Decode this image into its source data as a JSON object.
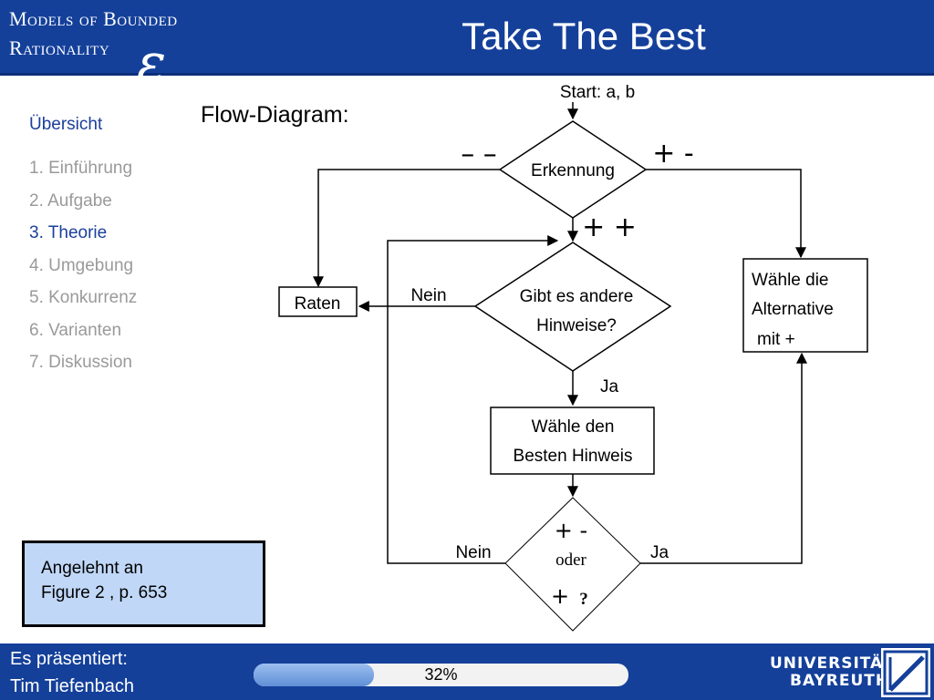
{
  "header": {
    "logo_line1": "Models of Bounded",
    "logo_line2": "Rationality",
    "logo_mark": "ε",
    "title": "Take The Best"
  },
  "sidebar": {
    "heading": "Übersicht",
    "items": [
      {
        "label": "1. Einführung",
        "active": false
      },
      {
        "label": "2. Aufgabe",
        "active": false
      },
      {
        "label": "3. Theorie",
        "active": true
      },
      {
        "label": "4. Umgebung",
        "active": false
      },
      {
        "label": "5. Konkurrenz",
        "active": false
      },
      {
        "label": "6. Varianten",
        "active": false
      },
      {
        "label": "7. Diskussion",
        "active": false
      }
    ]
  },
  "main": {
    "subtitle": "Flow-Diagram:"
  },
  "diagram": {
    "start": "Start: a, b",
    "recognition": "Erkennung",
    "sign_minus_minus": "– –",
    "sign_plus_minus": "+ -",
    "sign_plus_plus": "+ +",
    "question_line1": "Gibt es andere",
    "question_line2": "Hinweise?",
    "guess": "Raten",
    "no_label_top": "Nein",
    "yes_label_top": "Ja",
    "choose_alt_line1": "Wähle die",
    "choose_alt_line2": "Alternative",
    "choose_alt_line3": "mit +",
    "best_cue_line1": "Wähle den",
    "best_cue_line2": "Besten Hinweis",
    "decision_sign1": "+ -",
    "decision_or": "oder",
    "decision_sign2_plus": "+",
    "decision_sign2_q": "?",
    "no_label_bottom": "Nein",
    "yes_label_bottom": "Ja"
  },
  "note": {
    "line1": "Angelehnt an",
    "line2": "Figure 2 , p. 653"
  },
  "footer": {
    "presenter_line1": "Es präsentiert:",
    "presenter_line2": "Tim Tiefenbach",
    "progress_percent": 32,
    "progress_label": "32%",
    "university_line1": "UNIVERSITÄT",
    "university_line2": "BAYREUTH"
  }
}
